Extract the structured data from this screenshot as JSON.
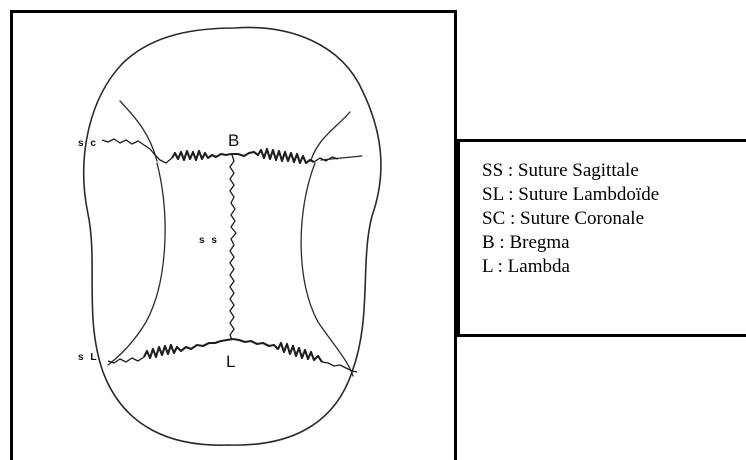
{
  "diagram": {
    "labels": {
      "bregma": "B",
      "lambda": "L",
      "sagittal": "s s",
      "coronal": "s c",
      "lambdoid": "s L"
    }
  },
  "legend": {
    "items": [
      {
        "label": "SS : Suture Sagittale"
      },
      {
        "label": "SL : Suture Lambdoïde"
      },
      {
        "label": "SC : Suture Coronale"
      },
      {
        "label": "B : Bregma"
      },
      {
        "label": "L : Lambda"
      }
    ]
  }
}
